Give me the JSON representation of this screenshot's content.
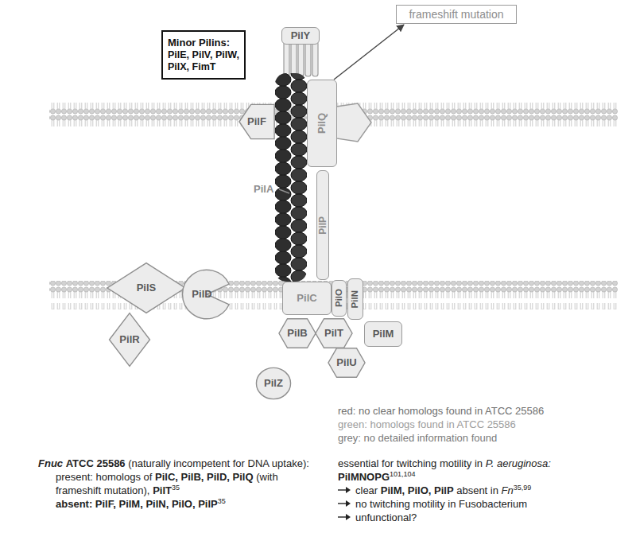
{
  "diagram": {
    "nodes": [
      {
        "text": [
          "Minor Pilins:",
          "PilE, PilV, PilW, PilX, FimT"
        ]
      },
      {
        "text": [
          "PilY"
        ]
      },
      {
        "text": [
          "frameshift mutation"
        ]
      },
      {
        "text": [
          "PilF"
        ]
      },
      {
        "text": [
          "PilQ"
        ]
      },
      {
        "text": [
          "PilP"
        ]
      },
      {
        "text": [
          "PilS"
        ]
      },
      {
        "text": [
          "PilR"
        ]
      },
      {
        "text": [
          "PilD"
        ]
      },
      {
        "text": [
          "PilC"
        ]
      },
      {
        "text": [
          "PilO"
        ]
      },
      {
        "text": [
          "PilN"
        ]
      },
      {
        "text": [
          "PilM"
        ]
      },
      {
        "text": [
          "PilB"
        ]
      },
      {
        "text": [
          "PilT"
        ]
      },
      {
        "text": [
          "PilU"
        ]
      },
      {
        "text": [
          "PilZ"
        ]
      }
    ],
    "edges": [
      {
        "from": 4,
        "to": 2,
        "arrow": "to"
      }
    ],
    "labels": [
      "PilA",
      "Fnuc",
      "ATCC 25586",
      "(naturally incompetent for DNA uptake):",
      "present: homologs of",
      "PilC, PilB, PilD, PilQ",
      "(with frameshift mutation),",
      "PilT",
      "35",
      "absent: PilF, PilM, PilN, PilO, PilP",
      "35",
      "essential for twitching motility in",
      "P. aeruginosa:",
      "PilMNOPG",
      "101,104",
      "clear",
      "PilM, PilO, PilP",
      "absent in",
      "Fn",
      "35,99",
      "no twitching motility in Fusobacterium",
      "unfunctional?"
    ],
    "legend": [
      {
        "text": "red: no clear homologs found in ATCC 25586",
        "color": "#6e6e6e"
      },
      {
        "text": "green: homologs found in ATCC 25586",
        "color": "#9c9c9c"
      },
      {
        "text": "grey: no detailed information found",
        "color": "#7a7a7a"
      }
    ]
  }
}
